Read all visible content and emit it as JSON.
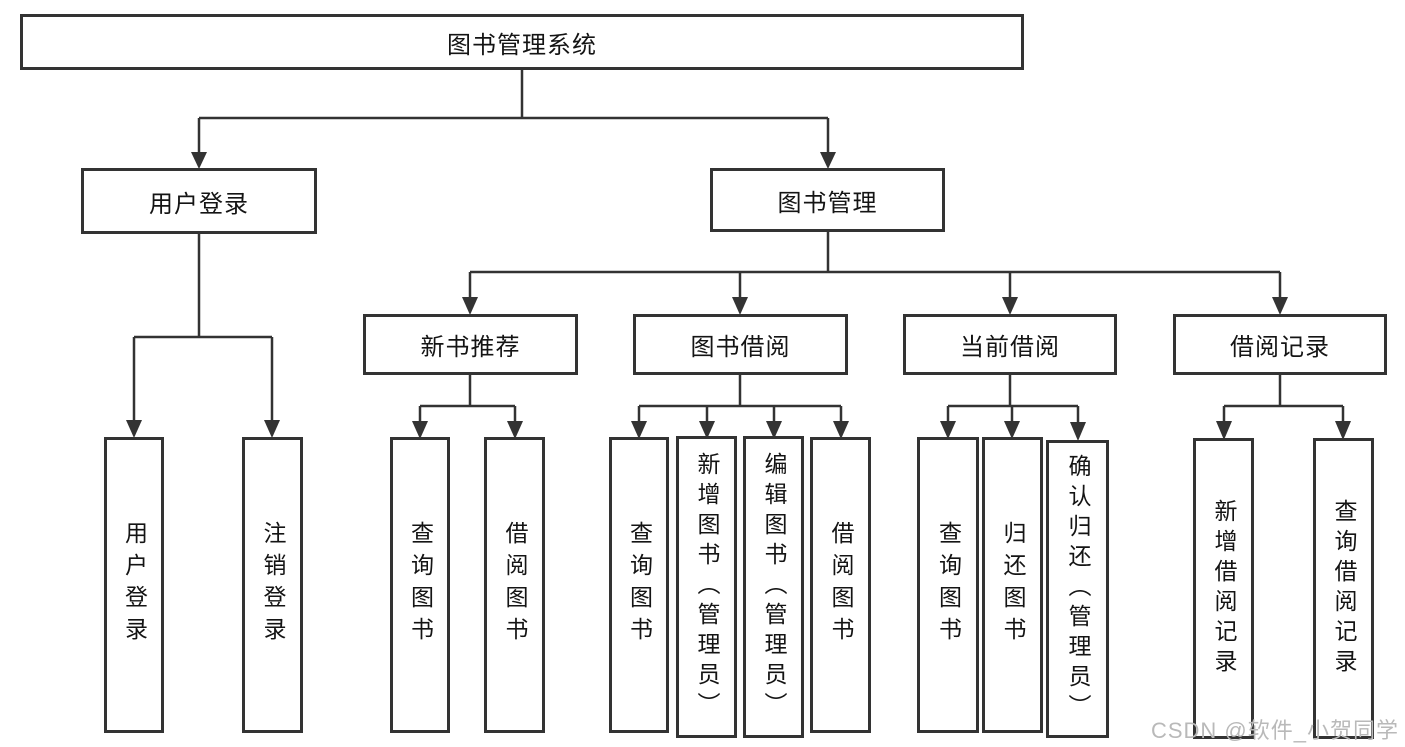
{
  "watermark": "CSDN @软件_小贺同学",
  "colors": {
    "line": "#333333",
    "box_border": "#333333",
    "box_fill": "#ffffff",
    "text": "#141414",
    "watermark": "#b9b9b9",
    "background": "#ffffff"
  },
  "tree": {
    "root": "图书管理系统",
    "branches": [
      {
        "label": "用户登录",
        "leaves": [
          "用户登录",
          "注销登录"
        ]
      },
      {
        "label": "图书管理",
        "groups": [
          {
            "label": "新书推荐",
            "leaves": [
              "查询图书",
              "借阅图书"
            ]
          },
          {
            "label": "图书借阅",
            "leaves": [
              "查询图书",
              "新增图书（管理员）",
              "编辑图书（管理员）",
              "借阅图书"
            ]
          },
          {
            "label": "当前借阅",
            "leaves": [
              "查询图书",
              "归还图书",
              "确认归还（管理员）"
            ]
          },
          {
            "label": "借阅记录",
            "leaves": [
              "新增借阅记录",
              "查询借阅记录"
            ]
          }
        ]
      }
    ]
  }
}
